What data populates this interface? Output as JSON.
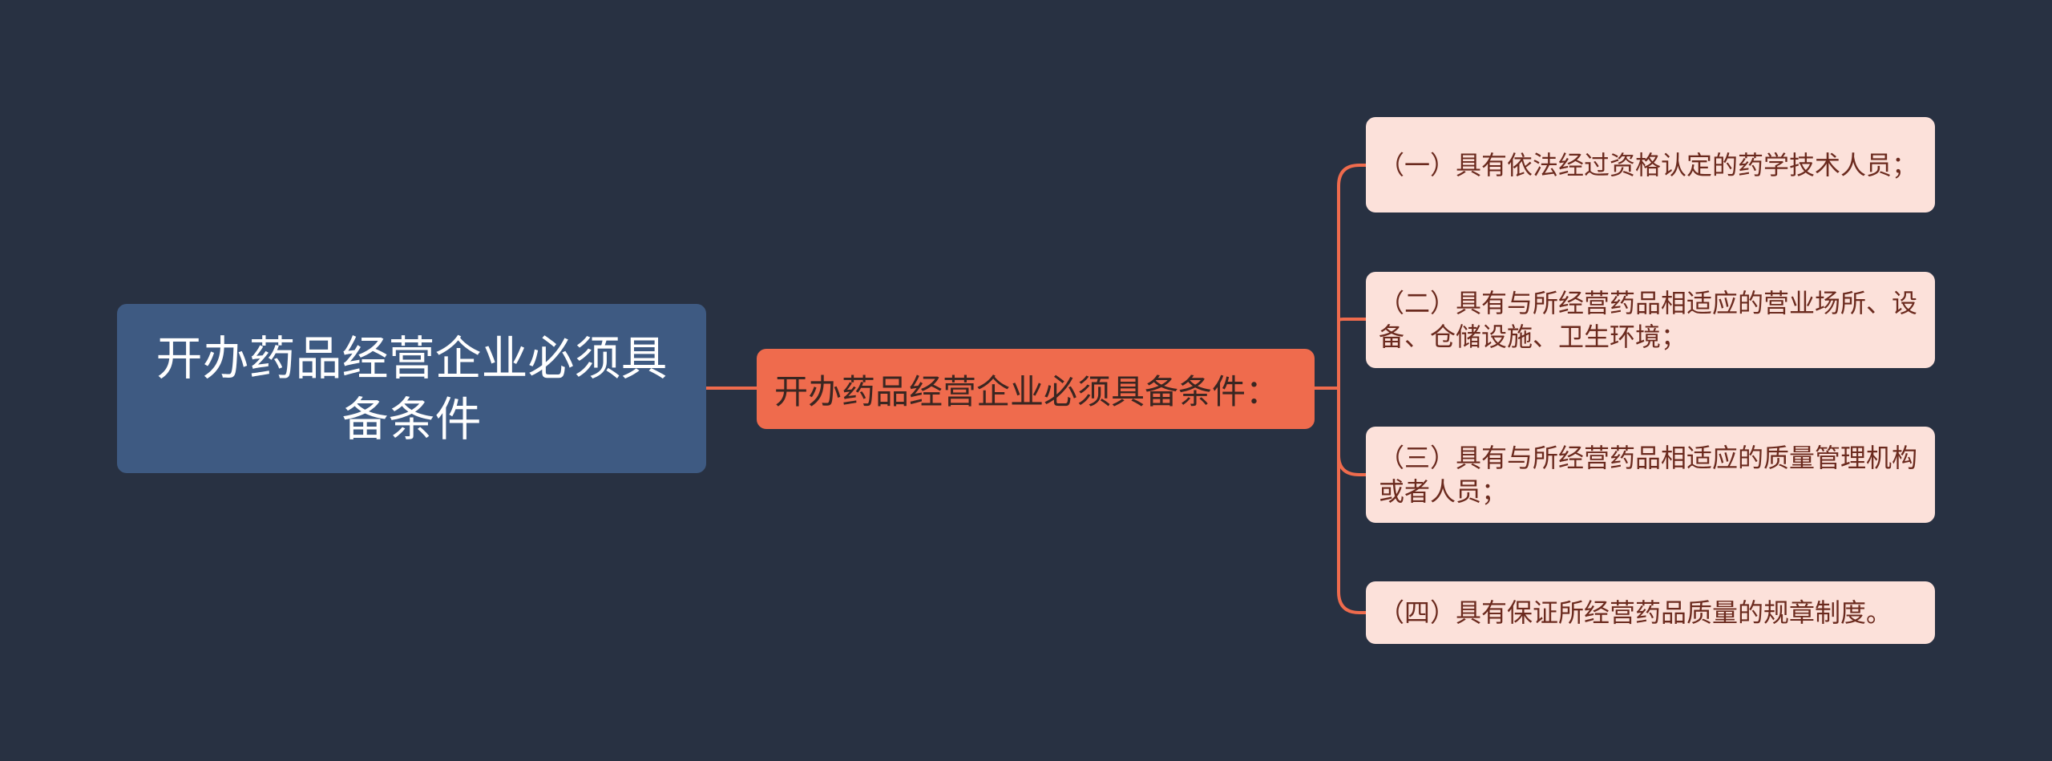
{
  "root": {
    "text": "开办药品经营企业必须具备条件"
  },
  "branch": {
    "text": "开办药品经营企业必须具备条件："
  },
  "leaves": [
    {
      "text": "（一）具有依法经过资格认定的药学技术人员；"
    },
    {
      "text": "（二）具有与所经营药品相适应的营业场所、设备、仓储设施、卫生环境；"
    },
    {
      "text": "（三）具有与所经营药品相适应的质量管理机构或者人员；"
    },
    {
      "text": "（四）具有保证所经营药品质量的规章制度。"
    }
  ],
  "colors": {
    "background": "#283142",
    "root_fill": "#3e5a82",
    "branch_fill": "#ef6b4d",
    "leaf_fill": "#fce1da",
    "connector": "#ef6b4d"
  }
}
